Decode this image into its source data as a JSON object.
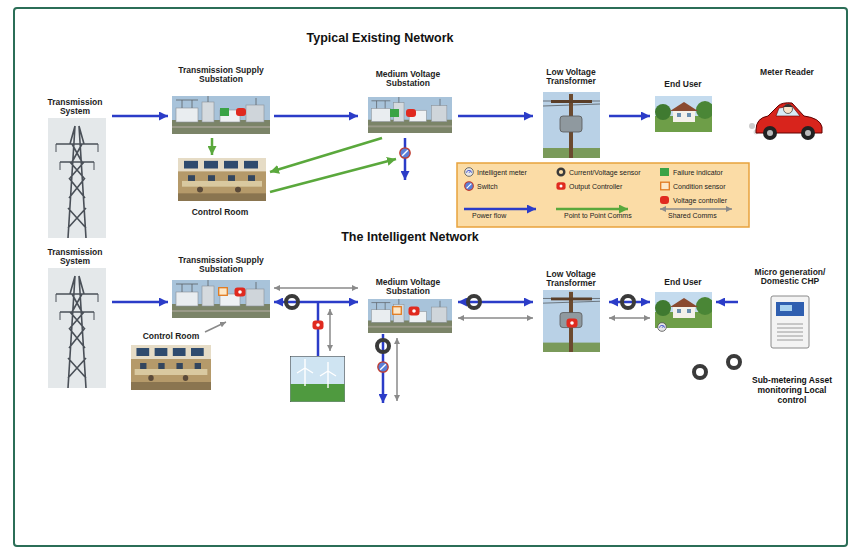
{
  "diagram": {
    "nodes": [
      {
        "text": [
          "Transmission System"
        ]
      },
      {
        "text": [
          "Transmission Supply Substation"
        ]
      },
      {
        "text": [
          "Medium Voltage Substation"
        ]
      },
      {
        "text": [
          "Low Voltage Transformer"
        ]
      },
      {
        "text": [
          "End User"
        ]
      },
      {
        "text": [
          "Meter Reader"
        ]
      },
      {
        "text": [
          "Control Room"
        ]
      },
      {
        "text": [
          "Transmission System"
        ]
      },
      {
        "text": [
          "Transmission Supply Substation"
        ]
      },
      {
        "text": [
          "Control Room"
        ]
      },
      {
        "text": [
          "Medium Voltage Substation"
        ]
      },
      {
        "text": [
          "Low Voltage Transformer"
        ]
      },
      {
        "text": [
          "End User"
        ]
      },
      {
        "text": [
          "Micro generation/ Domestic CHP"
        ]
      }
    ],
    "edges": [
      {
        "from": 0,
        "to": 1,
        "arrow": "to"
      },
      {
        "from": 1,
        "to": 2,
        "arrow": "to"
      },
      {
        "from": 2,
        "to": 3,
        "arrow": "to"
      },
      {
        "from": 3,
        "to": 4,
        "arrow": "to"
      },
      {
        "from": 1,
        "to": 6,
        "arrow": "to"
      },
      {
        "from": 2,
        "to": 6,
        "arrow": "to"
      },
      {
        "from": 7,
        "to": 8,
        "arrow": "to"
      },
      {
        "from": 8,
        "to": 10,
        "arrow": "both"
      },
      {
        "from": 8,
        "to": 10,
        "arrow": "both"
      },
      {
        "from": 10,
        "to": 11,
        "arrow": "both"
      },
      {
        "from": 10,
        "to": 11,
        "arrow": "both"
      },
      {
        "from": 11,
        "to": 12,
        "arrow": "both"
      },
      {
        "from": 11,
        "to": 12,
        "arrow": "both"
      },
      {
        "from": 13,
        "to": 12,
        "arrow": "to"
      },
      {
        "from": 9,
        "to": 8,
        "arrow": "to"
      }
    ],
    "labels": [
      "Typical Existing Network",
      "The Intelligent Network",
      "Sub-metering Asset monitoring Local control"
    ],
    "legend": [
      {
        "text": "Intelligent meter"
      },
      {
        "text": "Current/Voltage sensor"
      },
      {
        "text": "Failure indicator",
        "color": "#3aa346"
      },
      {
        "text": "Switch"
      },
      {
        "text": "Output Controller"
      },
      {
        "text": "Condition sensor"
      },
      {
        "text": "Voltage controller",
        "color": "#e02a1f"
      },
      {
        "text": "Power flow"
      },
      {
        "text": "Point to Point Comms"
      },
      {
        "text": "Shared Comms"
      }
    ]
  }
}
